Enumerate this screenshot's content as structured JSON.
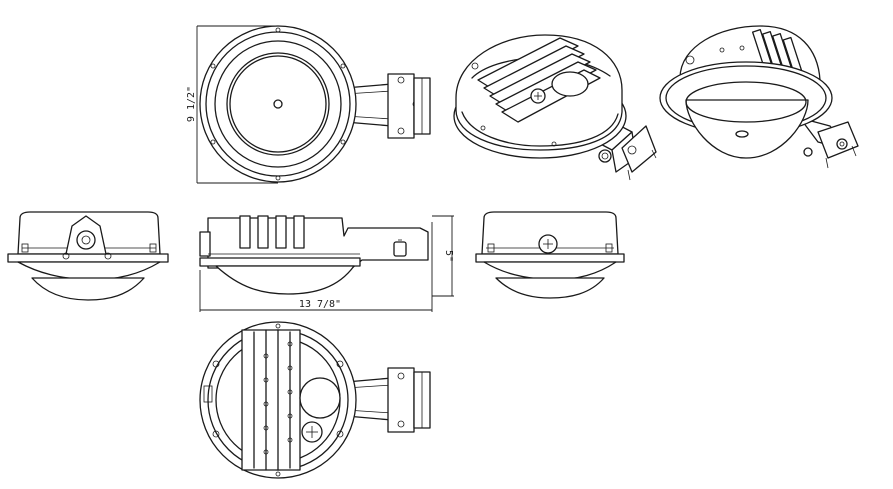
{
  "dimensions": {
    "height": "9 1/2\"",
    "length": "13 7/8\"",
    "depth": "5\""
  },
  "colors": {
    "line": "#1a1a1a",
    "background": "#ffffff"
  }
}
